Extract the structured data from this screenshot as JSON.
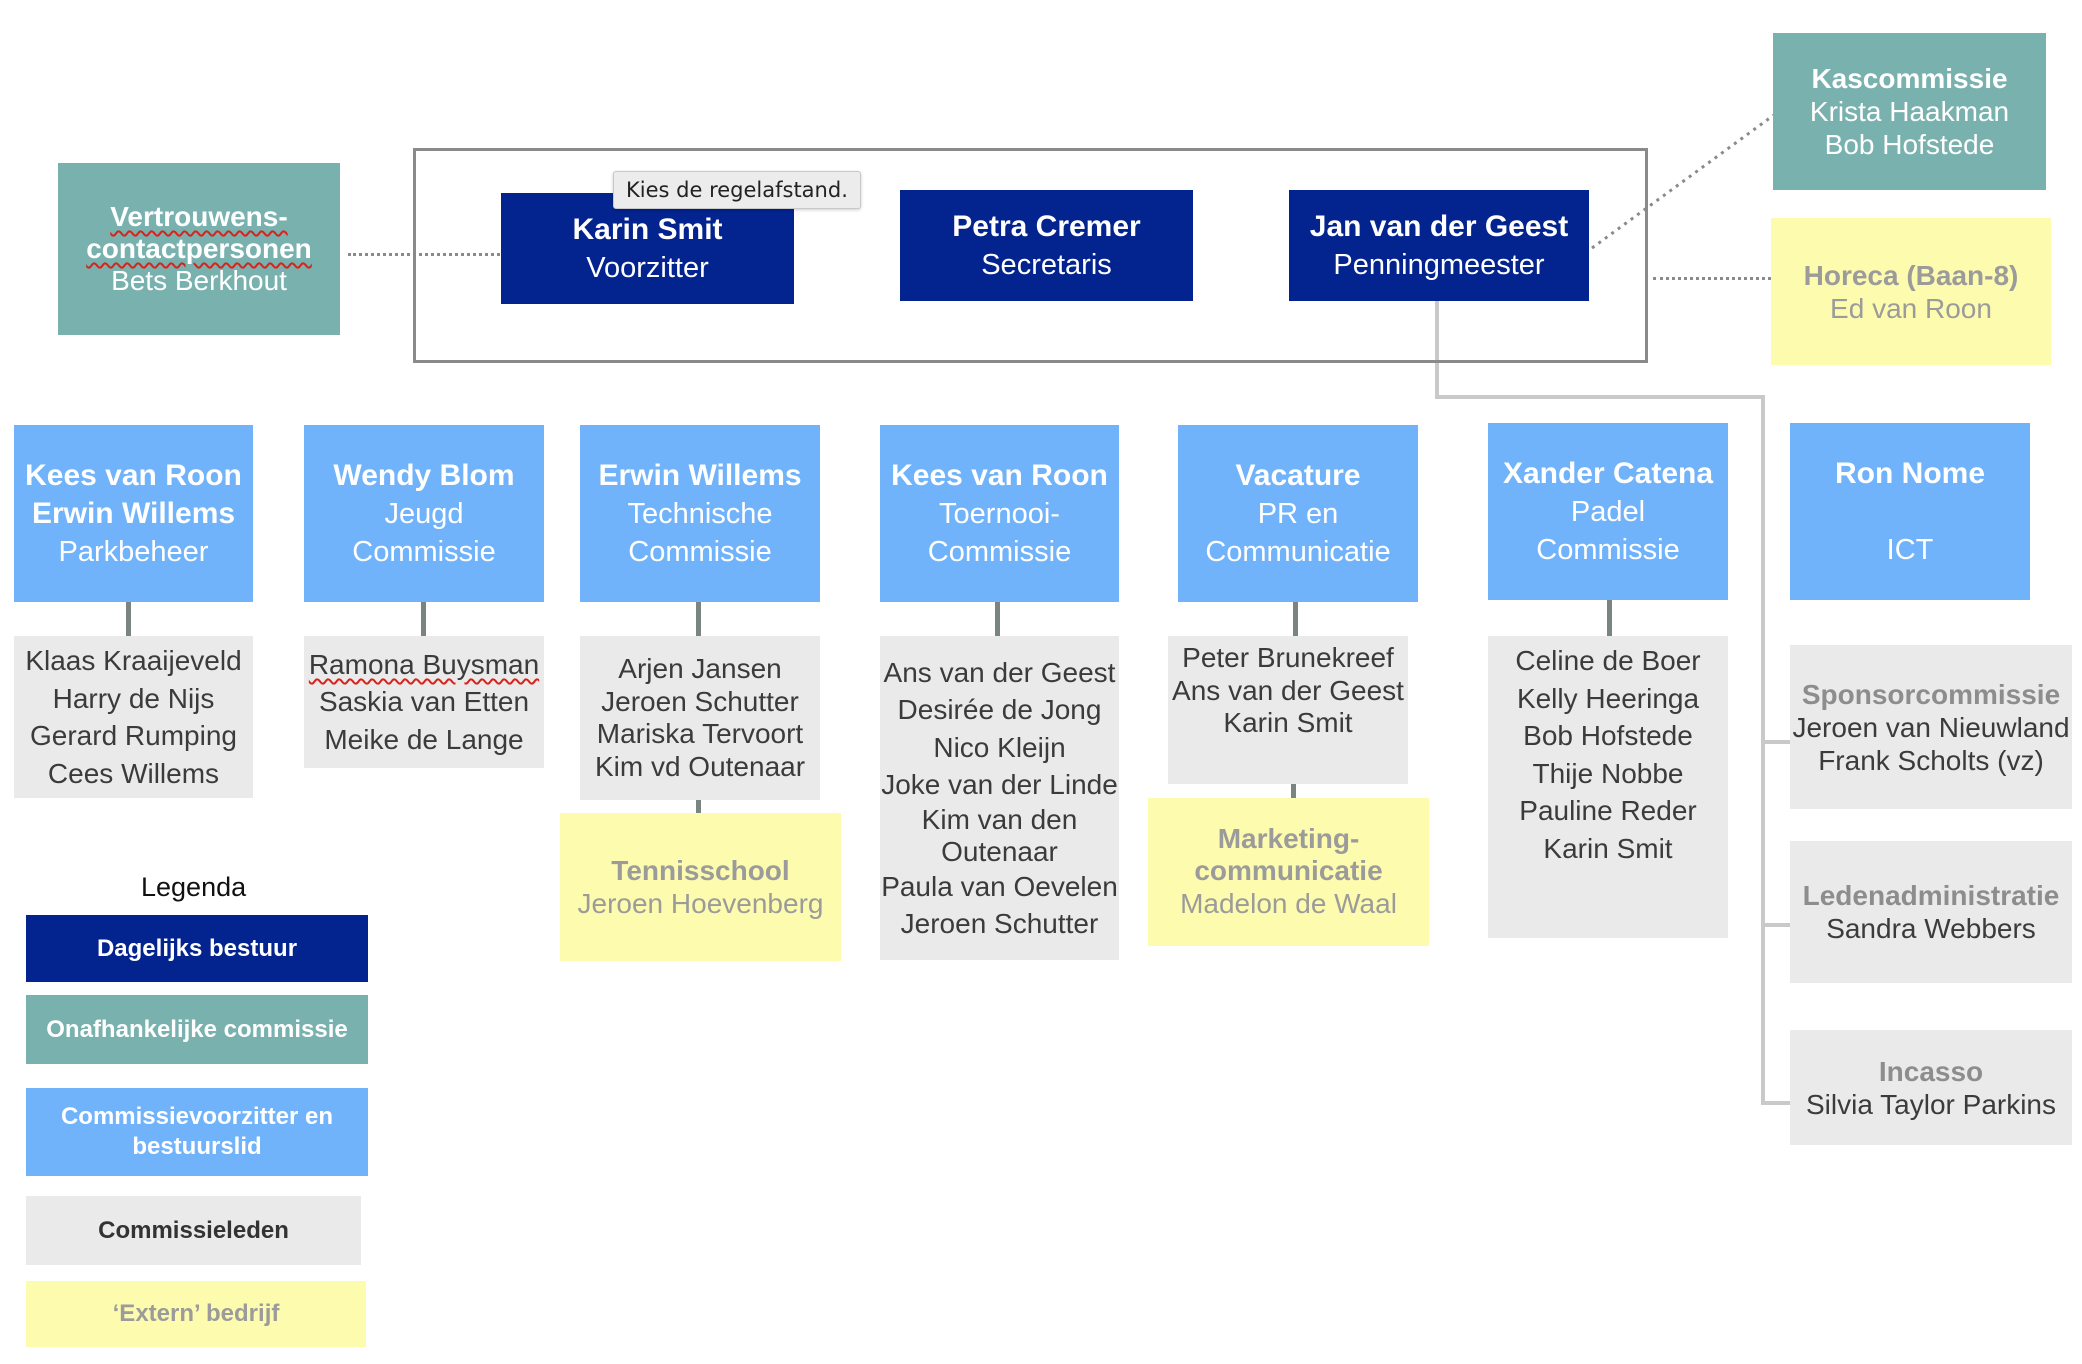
{
  "tooltip": "Kies de regelafstand.",
  "board": [
    {
      "name": "Karin Smit",
      "role": "Voorzitter"
    },
    {
      "name": "Petra Cremer",
      "role": "Secretaris"
    },
    {
      "name": "Jan van der Geest",
      "role": "Penningmeester"
    }
  ],
  "trust": {
    "title1": "Vertrouwens-",
    "title2": "contactpersonen",
    "name": "Bets Berkhout"
  },
  "kascommissie": {
    "title": "Kascommissie",
    "members": [
      "Krista Haakman",
      "Bob Hofstede"
    ]
  },
  "horeca": {
    "title": "Horeca (Baan-8)",
    "name": "Ed van Roon"
  },
  "commissions": [
    {
      "chairs": [
        "Kees van Roon",
        "Erwin Willems"
      ],
      "label": [
        "Parkbeheer"
      ],
      "members": [
        "Klaas Kraaijeveld",
        "Harry de Nijs",
        "Gerard Rumping",
        "Cees Willems"
      ]
    },
    {
      "chairs": [
        "Wendy Blom"
      ],
      "label": [
        "Jeugd",
        "Commissie"
      ],
      "members": [
        "Ramona Buysman",
        "Saskia van Etten",
        "Meike de Lange"
      ]
    },
    {
      "chairs": [
        "Erwin Willems"
      ],
      "label": [
        "Technische",
        "Commissie"
      ],
      "members": [
        "Arjen Jansen",
        "Jeroen Schutter",
        "Mariska Tervoort",
        "Kim vd Outenaar"
      ]
    },
    {
      "chairs": [
        "Kees van Roon"
      ],
      "label": [
        "Toernooi-",
        "Commissie"
      ],
      "members": [
        "Ans van der Geest",
        "Desirée de Jong",
        "Nico Kleijn",
        "Joke van der Linde",
        "Kim van den",
        "Outenaar",
        "Paula van Oevelen",
        "Jeroen Schutter"
      ]
    },
    {
      "chairs": [
        "Vacature"
      ],
      "label": [
        "PR en",
        "Communicatie"
      ],
      "members": [
        "Peter Brunekreef",
        "Ans van der Geest",
        "Karin Smit"
      ]
    },
    {
      "chairs": [
        "Xander Catena"
      ],
      "label": [
        "Padel",
        "Commissie"
      ],
      "members": [
        "Celine de Boer",
        "Kelly Heeringa",
        "Bob Hofstede",
        "Thije Nobbe",
        "Pauline Reder",
        "Karin Smit"
      ]
    },
    {
      "chairs": [
        "Ron Nome"
      ],
      "label": [
        "ICT"
      ],
      "members": []
    }
  ],
  "tennisschool": {
    "title": "Tennisschool",
    "name": "Jeroen Hoevenberg"
  },
  "marketing": {
    "title1": "Marketing-",
    "title2": "communicatie",
    "name": "Madelon de Waal"
  },
  "side": [
    {
      "title": "Sponsorcommissie",
      "members": [
        "Jeroen van Nieuwland",
        "Frank Scholts (vz)"
      ]
    },
    {
      "title": "Ledenadministratie",
      "members": [
        "Sandra Webbers"
      ]
    },
    {
      "title": "Incasso",
      "members": [
        "Silvia Taylor Parkins"
      ]
    }
  ],
  "legend": {
    "title": "Legenda",
    "items": [
      "Dagelijks bestuur",
      "Onafhankelijke commissie",
      "Commissievoorzitter en bestuurslid",
      "Commissieleden",
      "‘Extern’ bedrijf"
    ]
  },
  "colors": {
    "dagelijks_bestuur": "#03238F",
    "onafhankelijk": "#79B1AF",
    "commissievoorzitter": "#71B3FA",
    "leden": "#EAEAEA",
    "extern": "#FDFBAD"
  }
}
